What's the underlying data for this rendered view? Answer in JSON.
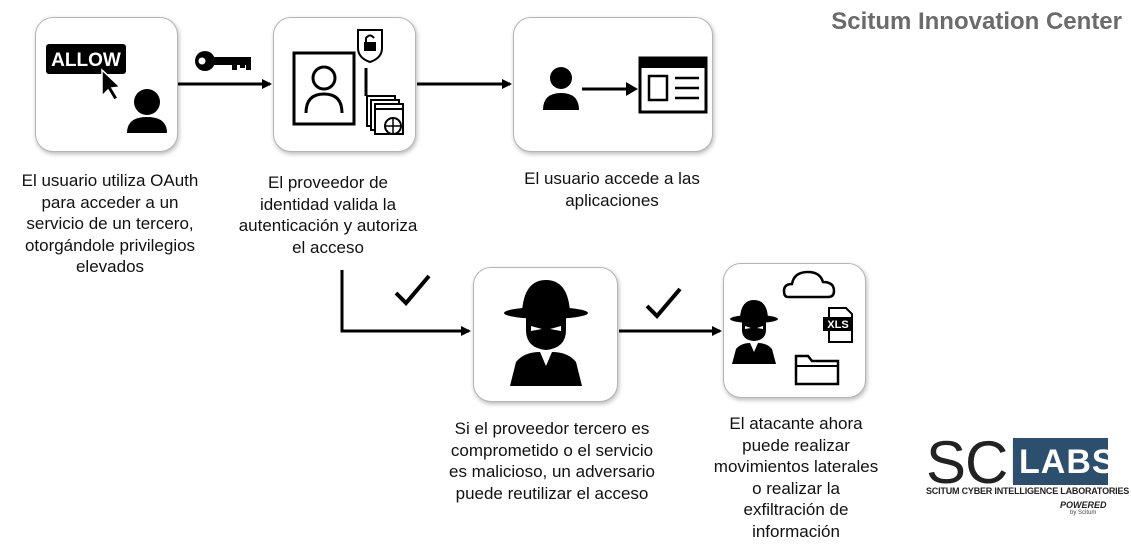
{
  "title": "Scitum Innovation Center",
  "steps": [
    {
      "icon": "allow-button-user-icon",
      "badge": "ALLOW",
      "lines": [
        "El usuario utiliza OAuth",
        "para acceder a un",
        "servicio de un tercero,",
        "otorgándole privilegios",
        "elevados"
      ]
    },
    {
      "icon": "identity-provider-icon",
      "lines": [
        "El proveedor de",
        "identidad valida la",
        "autenticación y autoriza",
        "el acceso"
      ]
    },
    {
      "icon": "user-to-application-icon",
      "lines": [
        "El usuario accede a las",
        "aplicaciones"
      ]
    },
    {
      "icon": "hacker-icon",
      "lines": [
        "Si el proveedor tercero es",
        "comprometido o el servicio",
        "es malicioso, un adversario",
        "puede reutilizar el acceso"
      ]
    },
    {
      "icon": "attacker-data-icon",
      "badge": "XLS",
      "lines": [
        "El atacante ahora",
        "puede realizar",
        "movimientos laterales",
        "o realizar la",
        "exfiltración de",
        "información"
      ]
    }
  ],
  "logo": {
    "sci": "SCI",
    "labs": "LABS",
    "tagline": "SCITUM CYBER INTELLIGENCE LABORATORIES",
    "powered": "POWERED",
    "by": "by Scitum"
  }
}
